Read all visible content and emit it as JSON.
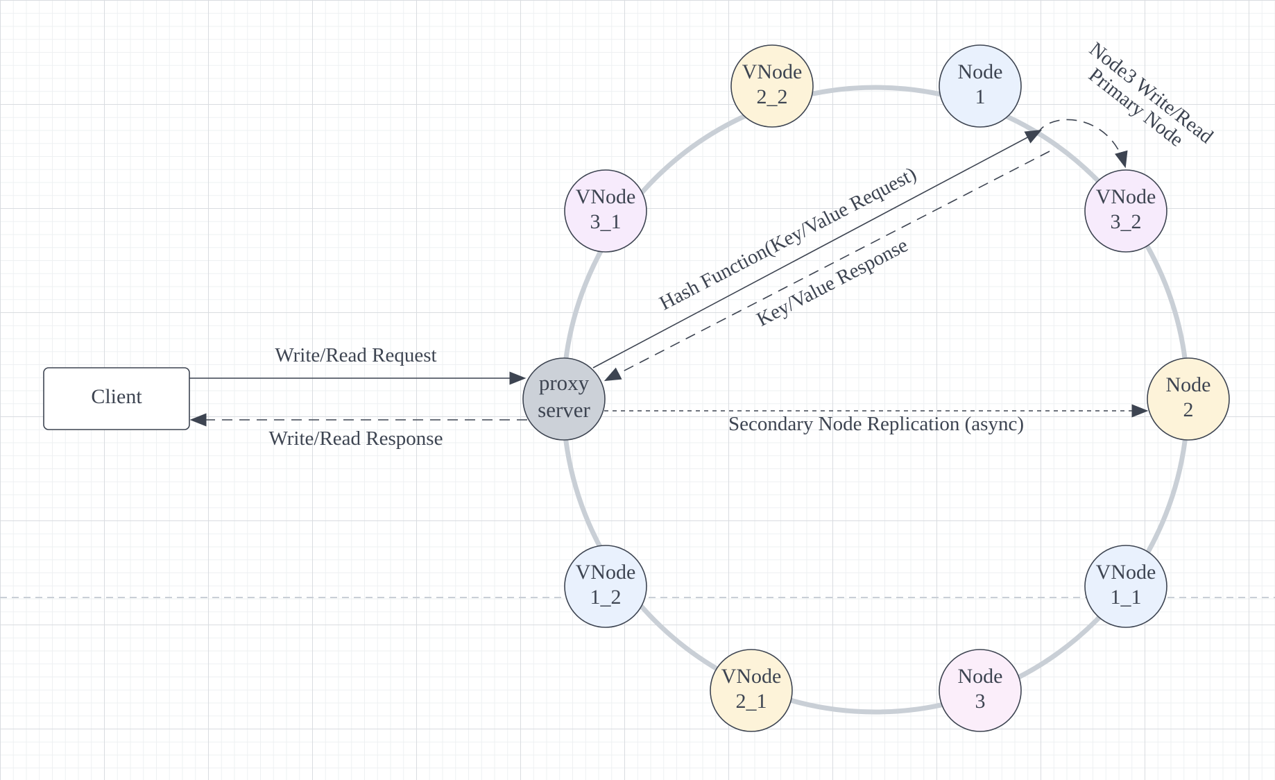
{
  "client": {
    "label": "Client"
  },
  "proxy": {
    "line1": "proxy",
    "line2": "server",
    "color": "#ccd1d8"
  },
  "ring_color": "#c9cfd6",
  "nodes": {
    "vnode_2_2": {
      "line1": "VNode",
      "line2": "2_2",
      "color": "#fdf3d9"
    },
    "node_1": {
      "line1": "Node",
      "line2": "1",
      "color": "#e9f1fd"
    },
    "vnode_3_1": {
      "line1": "VNode",
      "line2": "3_1",
      "color": "#f7ebfc"
    },
    "vnode_3_2": {
      "line1": "VNode",
      "line2": "3_2",
      "color": "#f7ebfc"
    },
    "node_2": {
      "line1": "Node",
      "line2": "2",
      "color": "#fdf3d9"
    },
    "vnode_1_2": {
      "line1": "VNode",
      "line2": "1_2",
      "color": "#e9f1fd"
    },
    "vnode_1_1": {
      "line1": "VNode",
      "line2": "1_1",
      "color": "#e9f1fd"
    },
    "vnode_2_1": {
      "line1": "VNode",
      "line2": "2_1",
      "color": "#fdf3d9"
    },
    "node_3": {
      "line1": "Node",
      "line2": "3",
      "color": "#fbeefa"
    }
  },
  "labels": {
    "write_read_request": "Write/Read Request",
    "write_read_response": "Write/Read Response",
    "hash_function": "Hash Function(Key/Value Request)",
    "key_value_response": "Key/Value Response",
    "secondary_replication": "Secondary Node Replication (async)",
    "node3_line1": "Node3 Write/Read",
    "node3_line2": "Primary Node"
  }
}
